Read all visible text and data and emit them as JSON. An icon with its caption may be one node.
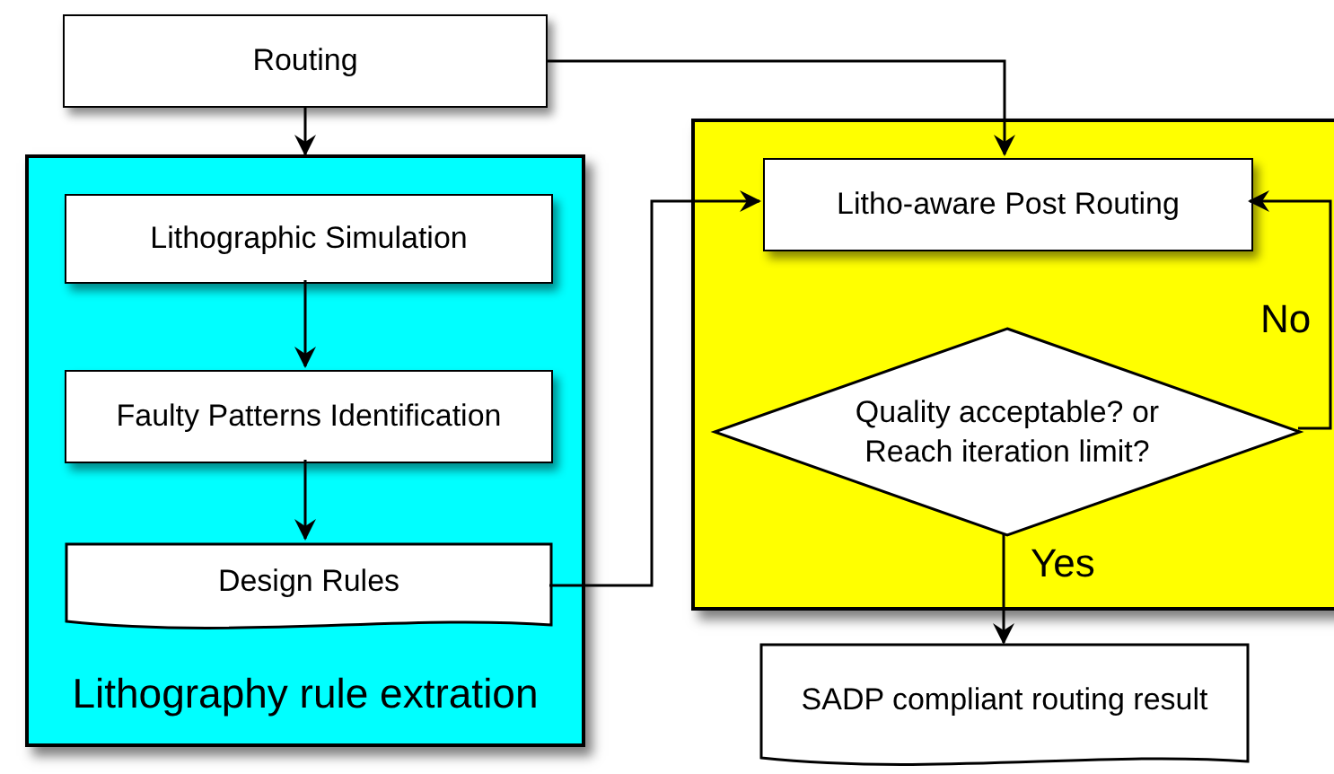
{
  "diagram": {
    "nodes": [
      {
        "text": [
          "Routing"
        ]
      },
      {
        "text": [
          "Lithography rule extration"
        ]
      },
      {
        "text": [
          "Lithographic Simulation"
        ],
        "in": 1
      },
      {
        "text": [
          "Faulty Patterns Identification"
        ],
        "in": 1
      },
      {
        "text": [
          "Design Rules"
        ],
        "in": 1
      },
      {
        "text": [],
        "shape": "box"
      },
      {
        "text": [
          "Litho-aware Post Routing"
        ],
        "in": 5
      },
      {
        "text": [
          "Quality acceptable? or Reach iteration limit?"
        ],
        "in": 5
      },
      {
        "text": [
          "SADP compliant routing result"
        ]
      }
    ],
    "edges": [
      {
        "from": 0,
        "to": 1,
        "arrow": "to"
      },
      {
        "from": 2,
        "to": 3,
        "arrow": "to"
      },
      {
        "from": 3,
        "to": 4,
        "arrow": "to"
      },
      {
        "from": 0,
        "to": 6,
        "arrow": "to"
      },
      {
        "from": 4,
        "to": 6,
        "arrow": "to"
      },
      {
        "from": 7,
        "to": 6,
        "label": "No",
        "arrow": "to"
      },
      {
        "from": 7,
        "to": 8,
        "label": "Yes",
        "arrow": "to"
      }
    ]
  }
}
